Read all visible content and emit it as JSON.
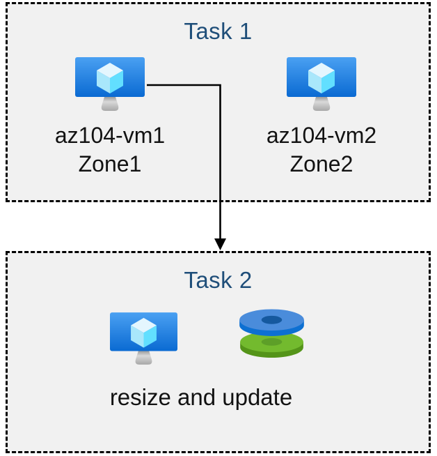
{
  "task1": {
    "title": "Task 1",
    "vm1": {
      "name": "az104-vm1",
      "zone": "Zone1"
    },
    "vm2": {
      "name": "az104-vm2",
      "zone": "Zone2"
    }
  },
  "task2": {
    "title": "Task 2",
    "caption": "resize and update"
  },
  "icons": {
    "vm": "virtual-machine-icon",
    "disks": "stacked-disks-icon",
    "arrow": "elbow-arrow-down"
  },
  "colors": {
    "title_text": "#1f4e79",
    "label_text": "#121212",
    "box_background": "#f1f1f1",
    "box_border": "#000000",
    "vm_screen_top": "#4aa0f2",
    "vm_screen_bottom": "#0a6ad2",
    "cube_top": "#e4f6fe",
    "cube_left": "#a9e7fb",
    "cube_right": "#62dfff",
    "disk_blue_top": "#4a8cdb",
    "disk_blue_side": "#0d70d2",
    "disk_blue_hole": "#15599f",
    "disk_green_top": "#73ba2e",
    "disk_green_side": "#549419",
    "disk_green_hole": "#5d9f28"
  }
}
